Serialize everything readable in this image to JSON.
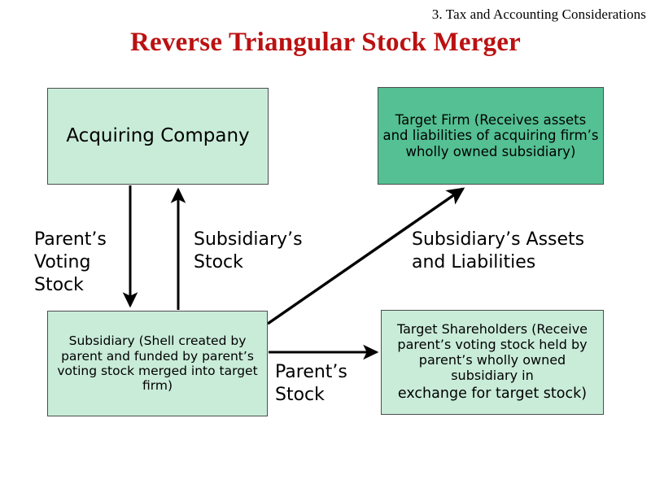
{
  "slide": {
    "section_header": "3. Tax and Accounting Considerations",
    "title": "Reverse Triangular Stock Merger",
    "title_color": "#bb1111",
    "background_color": "#ffffff"
  },
  "nodes": [
    {
      "id": "acquiring",
      "label": "Acquiring Company",
      "fill": "#c9ecd9",
      "border": "#4d4d4d"
    },
    {
      "id": "target-firm",
      "label": "Target Firm (Receives assets and liabilities of acquiring firm’s wholly owned subsidiary)",
      "fill": "#54c093",
      "border": "#4d4d4d"
    },
    {
      "id": "subsidiary",
      "label": "Subsidiary (Shell created by parent and funded by parent’s voting stock merged into target firm)",
      "fill": "#c9ecd9",
      "border": "#4d4d4d"
    },
    {
      "id": "target-shareholders",
      "label_main": "Target Shareholders (Receive parent’s voting stock held by parent’s wholly owned subsidiary in",
      "label_last_line": "exchange for target stock)",
      "fill": "#c9ecd9",
      "border": "#4d4d4d"
    }
  ],
  "edge_labels": {
    "parents_voting_stock": "Parent’s\nVoting\nStock",
    "subsidiarys_stock": "Subsidiary’s\nStock",
    "subsidiarys_assets_and_liabilities": "Subsidiary’s Assets\nand Liabilities",
    "parents_stock": "Parent’s\nStock"
  },
  "edges": [
    {
      "id": "acquiring-to-subsidiary",
      "from": "acquiring",
      "to": "subsidiary",
      "label": "Parent’s Voting Stock",
      "direction": "down",
      "color": "#000000"
    },
    {
      "id": "subsidiary-to-acquiring",
      "from": "subsidiary",
      "to": "acquiring",
      "label": "Subsidiary’s Stock",
      "direction": "up",
      "color": "#000000"
    },
    {
      "id": "subsidiary-to-target-firm",
      "from": "subsidiary",
      "to": "target-firm",
      "label": "Subsidiary’s Assets and Liabilities",
      "direction": "diagonal-up-right",
      "color": "#000000"
    },
    {
      "id": "subsidiary-to-target-shareholders",
      "from": "subsidiary",
      "to": "target-shareholders",
      "label": "Parent’s Stock",
      "direction": "right",
      "color": "#000000"
    }
  ]
}
